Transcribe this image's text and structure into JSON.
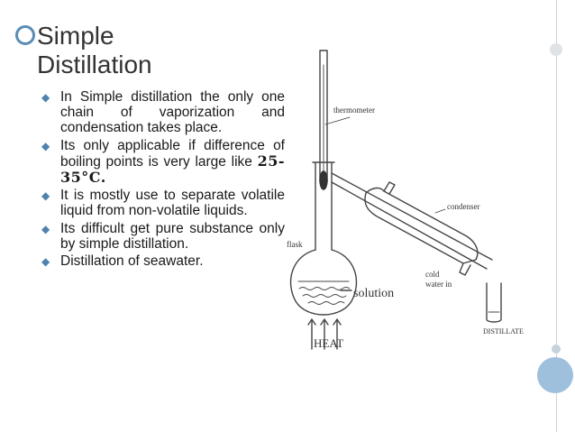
{
  "slide": {
    "title_line1": "Simple",
    "title_line2": "Distillation",
    "bullets": [
      {
        "text": "In Simple distillation the only one chain of vaporization and condensation takes place."
      },
      {
        "text": "Its only applicable if difference of boiling points is very large like ",
        "emphasis": "25-35°C."
      },
      {
        "text": "It is mostly use to separate volatile liquid from non-volatile liquids."
      },
      {
        "text": "Its difficult get pure substance only by simple distillation."
      },
      {
        "text": "Distillation of seawater."
      }
    ]
  },
  "diagram": {
    "labels": {
      "thermometer": "thermometer",
      "condenser": "condenser",
      "flask": "flask",
      "solution": "solution",
      "cold_water": "cold",
      "cold_water_2": "water in",
      "heat": "HEAT",
      "distillate": "DISTILLATE"
    }
  },
  "colors": {
    "accent": "#5a8db6",
    "bullet": "#4f83ad",
    "circle_accent": "#9fc0dc"
  }
}
